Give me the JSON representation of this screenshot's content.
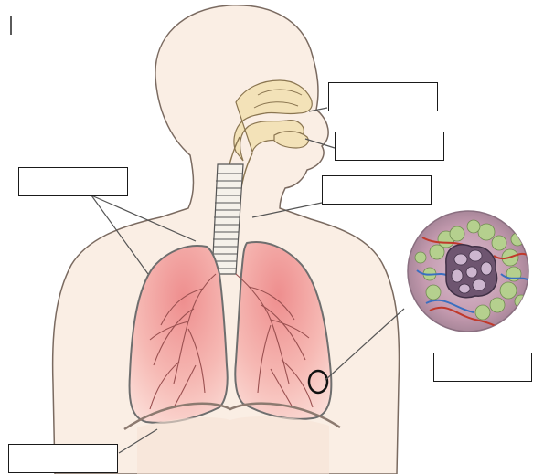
{
  "diagram": {
    "labels": [
      {
        "id": "nasal-cavity",
        "text": ""
      },
      {
        "id": "mouth",
        "text": ""
      },
      {
        "id": "trachea",
        "text": ""
      },
      {
        "id": "lungs",
        "text": ""
      },
      {
        "id": "alveoli",
        "text": ""
      },
      {
        "id": "diaphragm",
        "text": ""
      }
    ]
  },
  "colors": {
    "skin": "#faeee4",
    "skin_outline": "#7a6a60",
    "nasal": "#f3e2b8",
    "lung": "#f2a8a8",
    "lung_core": "#ea8f8f",
    "alveoli_bg": "#c9a4b4",
    "alveoli_green": "#a8c98a"
  }
}
